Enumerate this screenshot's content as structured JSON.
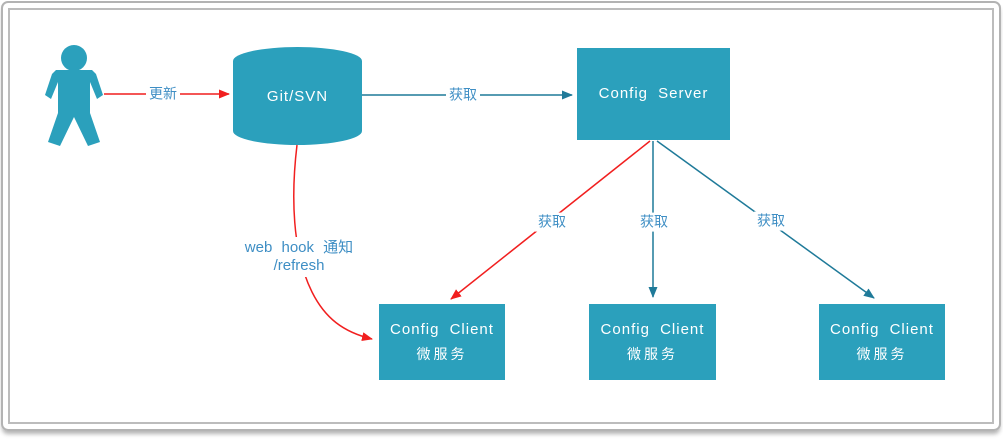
{
  "colors": {
    "node_fill": "#2ba0bc",
    "line_teal": "#1f7a99",
    "line_red": "#f11f1f",
    "label_blue": "#3e8ec4",
    "node_text": "#ffffff",
    "frame_border": "#b3b3b3"
  },
  "icons": {
    "user": "person-icon"
  },
  "nodes": {
    "repo_label": "Git/SVN",
    "server_label": "Config Server",
    "clients": [
      {
        "title": "Config Client",
        "subtitle": "微服务"
      },
      {
        "title": "Config Client",
        "subtitle": "微服务"
      },
      {
        "title": "Config Client",
        "subtitle": "微服务"
      }
    ]
  },
  "edges": {
    "update_label": "更新",
    "fetch_repo_label": "获取",
    "fetch_client1_label": "获取",
    "fetch_client2_label": "获取",
    "fetch_client3_label": "获取",
    "webhook_line1": "web hook 通知",
    "webhook_line2": "/refresh"
  }
}
